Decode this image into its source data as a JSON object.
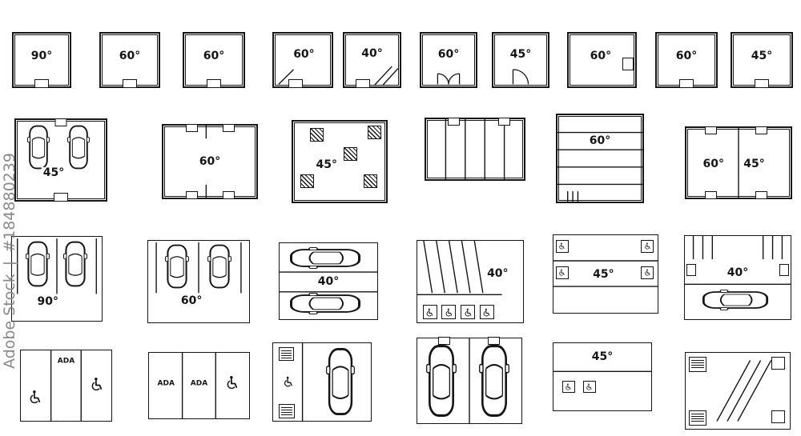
{
  "watermark": {
    "brand": "Adobe Stock",
    "separator": "|",
    "id": "#184880239"
  },
  "icons": {
    "wheelchair": "♿"
  },
  "row1": {
    "tiles": [
      {
        "label": "90°"
      },
      {
        "label": "60°"
      },
      {
        "label": "60°"
      },
      {
        "label": "60°"
      },
      {
        "label": "40°"
      },
      {
        "label": "60°"
      },
      {
        "label": "45°"
      },
      {
        "label": "60°"
      },
      {
        "label": "60°"
      },
      {
        "label": "45°"
      }
    ]
  },
  "row2": {
    "tiles": [
      {
        "label": "45°"
      },
      {
        "label": "60°"
      },
      {
        "label": "45°"
      },
      {
        "label": ""
      },
      {
        "label": "60°"
      },
      {
        "label_left": "60°",
        "label_right": "45°"
      }
    ]
  },
  "row3": {
    "tiles": [
      {
        "label": "90°"
      },
      {
        "label": "60°"
      },
      {
        "label": "40°"
      },
      {
        "label": "40°"
      },
      {
        "label": "45°"
      },
      {
        "label": "40°"
      }
    ]
  },
  "row4": {
    "tiles": [
      {
        "ada": "ADA"
      },
      {
        "ada1": "ADA",
        "ada2": "ADA"
      },
      {},
      {},
      {
        "label": "45°"
      },
      {}
    ]
  }
}
